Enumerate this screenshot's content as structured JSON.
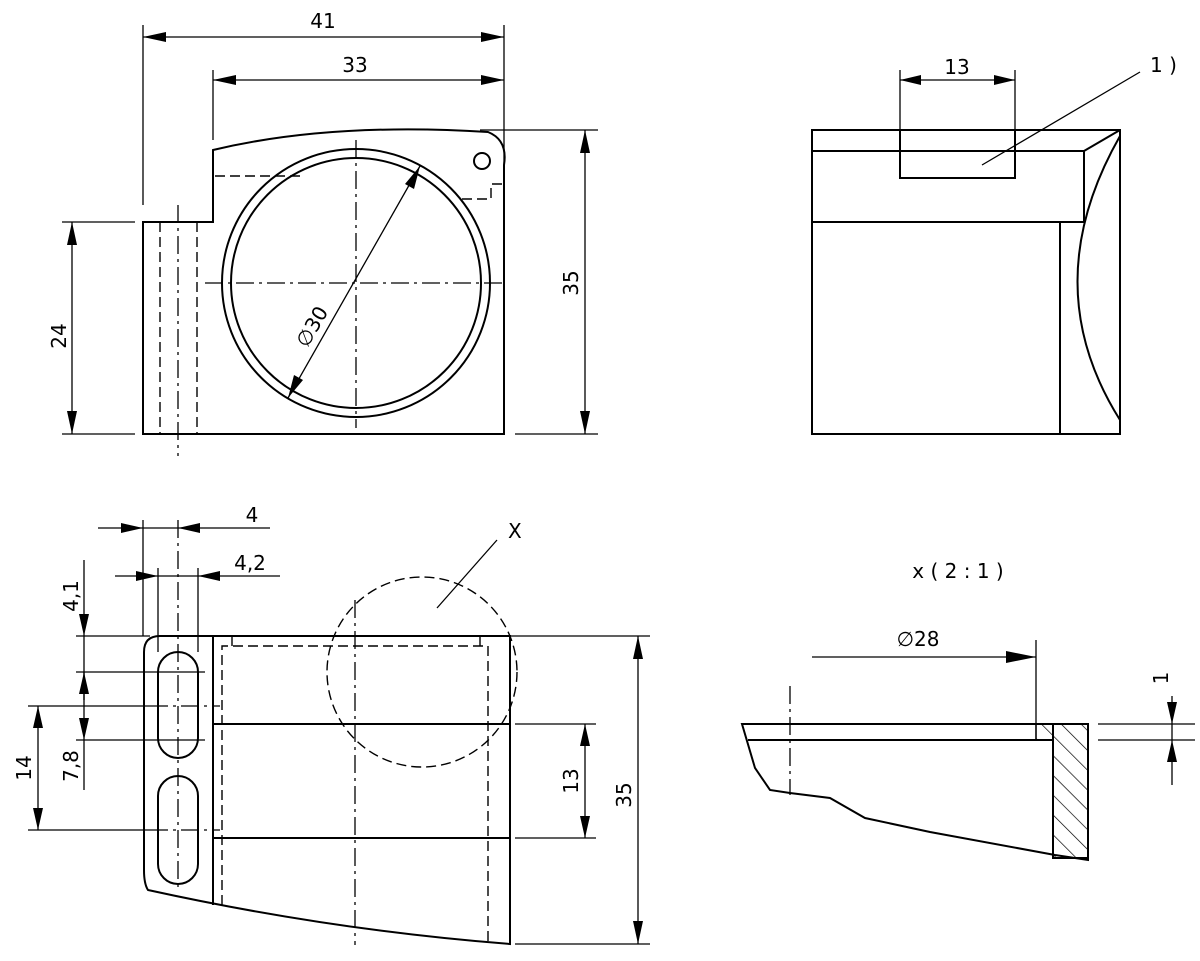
{
  "front_view": {
    "dim_width_overall": "41",
    "dim_width_body": "33",
    "dim_height_overall": "35",
    "dim_height_flange": "24",
    "dim_bore_diameter": "∅30"
  },
  "side_view": {
    "dim_recess_width": "13",
    "note_marker": "1 )"
  },
  "bottom_view": {
    "dim_slot_offset": "4",
    "dim_slot_width": "4,2",
    "dim_top_offset": "4,1",
    "dim_slot_pitch": "14",
    "dim_slot_length": "7,8",
    "dim_recess_height": "13",
    "dim_height_overall": "35",
    "detail_marker": "X"
  },
  "detail_view": {
    "title": "x ( 2 : 1 )",
    "dim_diameter": "∅28",
    "dim_step": "1"
  }
}
